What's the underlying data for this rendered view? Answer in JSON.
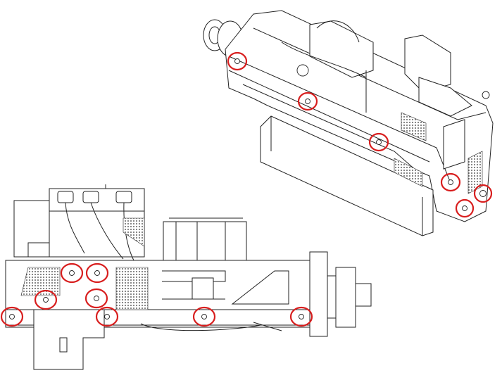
{
  "colors": {
    "highlight": "#d81e1e",
    "line": "#222222",
    "background": "#ffffff"
  },
  "views": [
    {
      "name": "isometric-view",
      "highlighted_screws": 6
    },
    {
      "name": "side-view",
      "highlighted_screws": 8
    }
  ]
}
